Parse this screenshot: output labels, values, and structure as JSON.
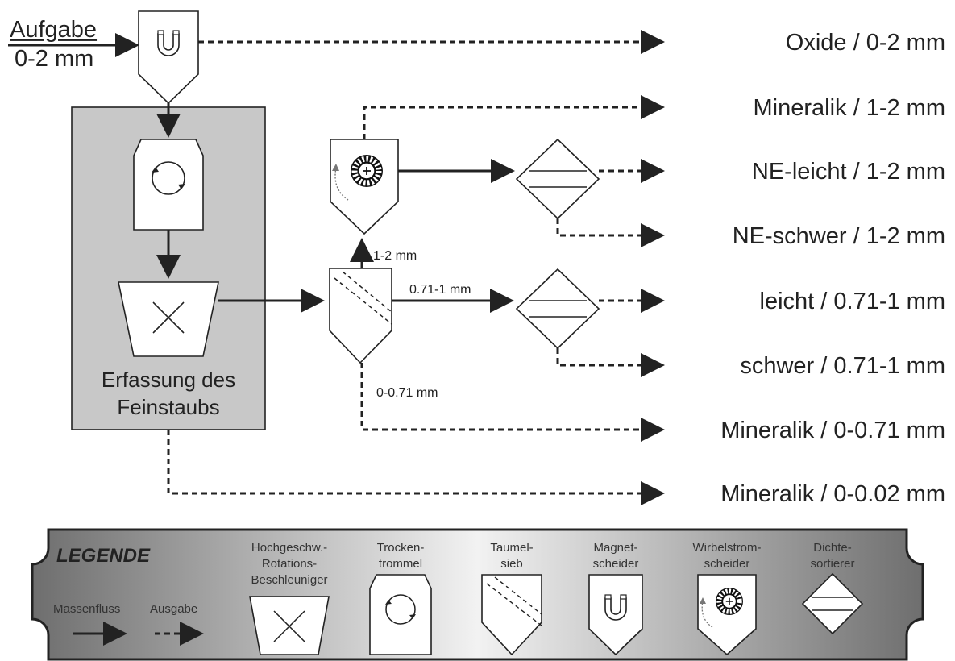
{
  "input": {
    "label": "Aufgabe",
    "size": "0-2 mm"
  },
  "dust_box": {
    "line1": "Erfassung des",
    "line2": "Feinstaubs"
  },
  "streams": {
    "s1_2": "1-2 mm",
    "s071_1": "0.71-1 mm",
    "s0_071": "0-0.71 mm"
  },
  "outputs": [
    "Oxide / 0-2 mm",
    "Mineralik / 1-2 mm",
    "NE-leicht / 1-2 mm",
    "NE-schwer / 1-2 mm",
    "leicht / 0.71-1 mm",
    "schwer / 0.71-1 mm",
    "Mineralik / 0-0.71 mm",
    "Mineralik / 0-0.02 mm"
  ],
  "legend": {
    "title": "LEGENDE",
    "massenfluss": "Massenfluss",
    "ausgabe": "Ausgabe",
    "hochgeschw": [
      "Hochgeschw.-",
      "Rotations-",
      "Beschleuniger"
    ],
    "trocken": [
      "Trocken-",
      "trommel"
    ],
    "taumel": [
      "Taumel-",
      "sieb"
    ],
    "magnet": [
      "Magnet-",
      "scheider"
    ],
    "wirbel": [
      "Wirbelstrom-",
      "scheider"
    ],
    "dichte": [
      "Dichte-",
      "sortierer"
    ]
  },
  "colors": {
    "line": "#222222",
    "box_fill": "#c8c8c8",
    "legend_dark": "#6e6e6e",
    "legend_light": "#f2f2f2"
  },
  "icons": [
    "magnet-icon",
    "rotation-icon",
    "cross-icon",
    "eddy-current-icon",
    "density-sorter-icon",
    "screen-icon"
  ]
}
